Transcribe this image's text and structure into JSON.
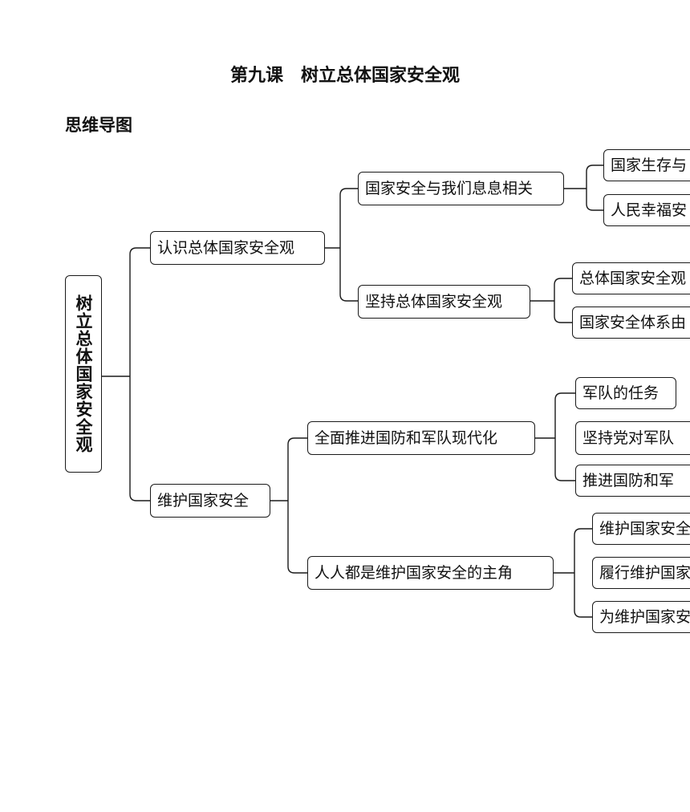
{
  "header": {
    "title": "第九课　树立总体国家安全观",
    "section": "思维导图"
  },
  "mindmap": {
    "root": "树立总体国家安全观",
    "branch1": {
      "label": "认识总体国家安全观",
      "sub1": {
        "label": "国家安全与我们息息相关",
        "leaves": [
          "国家生存与",
          "人民幸福安"
        ]
      },
      "sub2": {
        "label": "坚持总体国家安全观",
        "leaves": [
          "总体国家安全观",
          "国家安全体系由"
        ]
      }
    },
    "branch2": {
      "label": "维护国家安全",
      "sub1": {
        "label": "全面推进国防和军队现代化",
        "leaves": [
          "军队的任务",
          "坚持党对军队",
          "推进国防和军"
        ]
      },
      "sub2": {
        "label": "人人都是维护国家安全的主角",
        "leaves": [
          "维护国家安全",
          "履行维护国家",
          "为维护国家安"
        ]
      }
    }
  }
}
